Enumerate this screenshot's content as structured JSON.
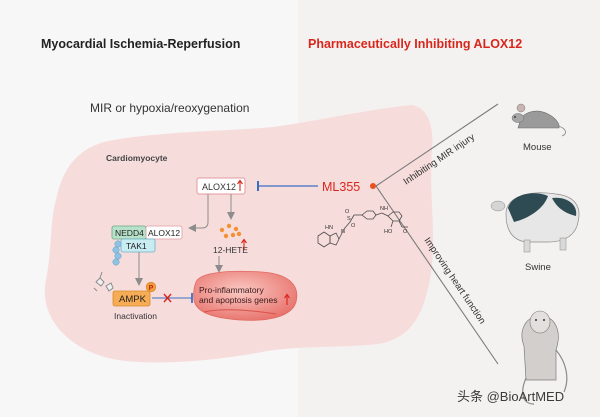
{
  "left_title": "Myocardial Ischemia-Reperfusion",
  "right_title": "Pharmaceutically Inhibiting ALOX12",
  "condition_label": "MIR or hypoxia/reoxygenation",
  "cell_label": "Cardiomyocyte",
  "alox12_top": "ALOX12",
  "nedd4": "NEDD4",
  "alox12_complex": "ALOX12",
  "tak1": "TAK1",
  "hete": "12-HETE",
  "ampk": "AMPK",
  "phospho": "P",
  "inactivation": "Inactivation",
  "genes_line1": "Pro-inflammatory",
  "genes_line2": "and apoptosis genes",
  "drug": "ML355",
  "branch_top": "Inhibiting MIR injury",
  "branch_bottom": "Improving heart function",
  "animals": [
    "Mouse",
    "Swine"
  ],
  "watermark": "头条 @BioArtMED",
  "colors": {
    "accent_red": "#d9261c",
    "inhibit_blue": "#3a6fc4",
    "cell_fill": "#f7dcdc",
    "right_panel": "#f4f2f1",
    "box_green": "#b7e2c9",
    "box_orange": "#f6ac55"
  }
}
